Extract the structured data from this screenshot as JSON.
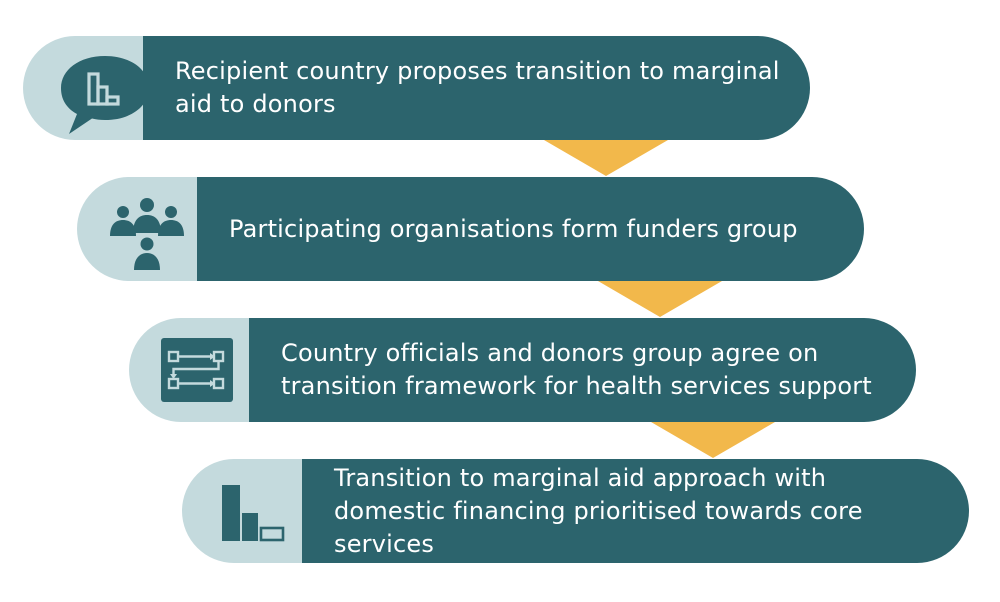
{
  "colors": {
    "pill": "#2c646d",
    "icon_background": "#c4dadd",
    "arrow": "#f2b84b"
  },
  "steps": [
    {
      "icon": "speech-bubble-chart-icon",
      "text": "Recipient country proposes transition to marginal aid to donors"
    },
    {
      "icon": "people-group-icon",
      "text": "Participating organisations form funders group"
    },
    {
      "icon": "process-flow-icon",
      "text": "Country officials and donors group agree on transition framework for health services support"
    },
    {
      "icon": "declining-bar-chart-icon",
      "text": "Transition to marginal aid approach with domestic financing prioritised towards core services"
    }
  ]
}
